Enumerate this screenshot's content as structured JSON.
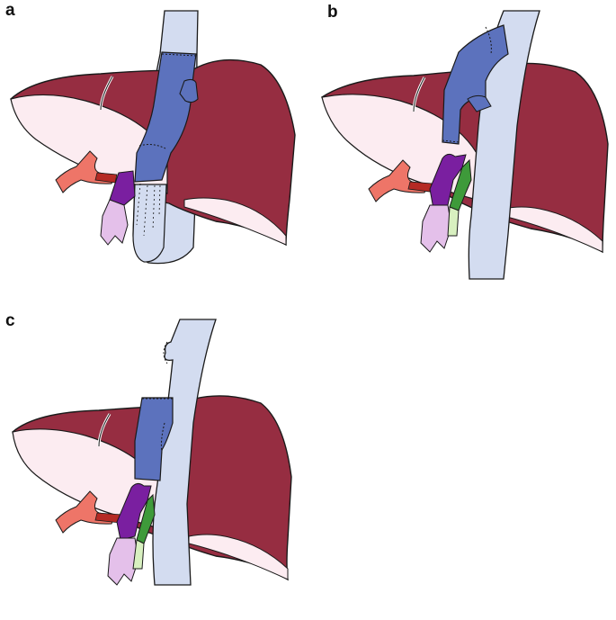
{
  "panels": [
    {
      "label": "a"
    },
    {
      "label": "b"
    },
    {
      "label": "c"
    }
  ],
  "colors": {
    "liver": "#962d41",
    "liver_underside": "#fcecf1",
    "vena_cava": "#d3dcf0",
    "graft": "#5c72bd",
    "hepatic_artery": "#ee7568",
    "hepatic_artery_dark": "#b52a24",
    "portal_vein": "#7a1fa0",
    "portal_vein_light": "#e4c0ea",
    "bile_duct": "#3e9a3a",
    "bile_duct_light": "#d8f0c0",
    "outline": "#1a1a1a"
  }
}
